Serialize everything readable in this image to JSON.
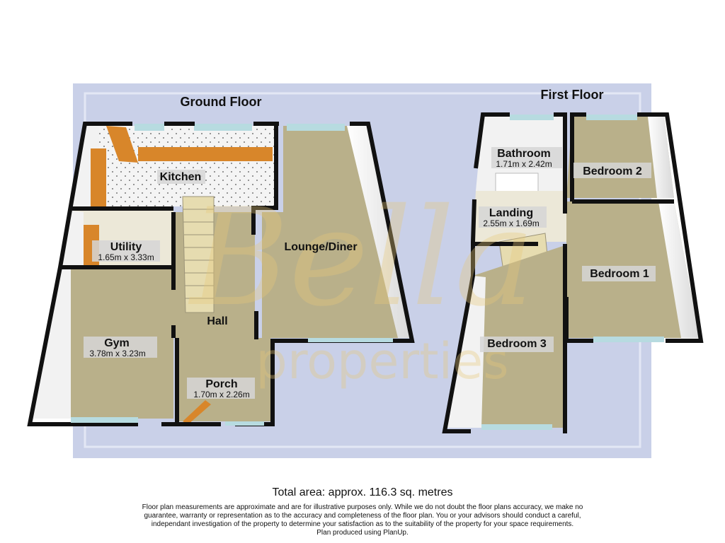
{
  "floors": {
    "ground": "Ground Floor",
    "first": "First Floor"
  },
  "rooms": {
    "kitchen": {
      "name": "Kitchen"
    },
    "utility": {
      "name": "Utility",
      "dims": "1.65m x 3.33m"
    },
    "gym": {
      "name": "Gym",
      "dims": "3.78m x 3.23m"
    },
    "hall": {
      "name": "Hall"
    },
    "porch": {
      "name": "Porch",
      "dims": "1.70m x 2.26m"
    },
    "lounge": {
      "name": "Lounge/Diner"
    },
    "bathroom": {
      "name": "Bathroom",
      "dims": "1.71m x 2.42m"
    },
    "landing": {
      "name": "Landing",
      "dims": "2.55m x 1.69m"
    },
    "bedroom1": {
      "name": "Bedroom 1"
    },
    "bedroom2": {
      "name": "Bedroom 2"
    },
    "bedroom3": {
      "name": "Bedroom 3"
    }
  },
  "watermark": {
    "script": "Bella",
    "word": "properties"
  },
  "footer": {
    "total": "Total area: approx. 116.3 sq. metres",
    "line1": "Floor plan measurements are approximate and are for illustrative purposes only. While we do not doubt the floor plans accuracy, we make no",
    "line2": "guarantee, warranty or representation as to the accuracy and completeness of the floor plan. You or your advisors should conduct a careful,",
    "line3": "independant investigation of the property to determine your satisfaction as to the suitability of the property for your space requirements.",
    "line4": "Plan produced using PlanUp."
  },
  "colors": {
    "background_panel": "#c9d0e8",
    "carpet": "#b9b08a",
    "wall": "#111111",
    "wall_face": "#f2f2f2",
    "worktop": "#d8862a",
    "window": "#b7dbe0",
    "stairs": "#e6dcb0"
  }
}
